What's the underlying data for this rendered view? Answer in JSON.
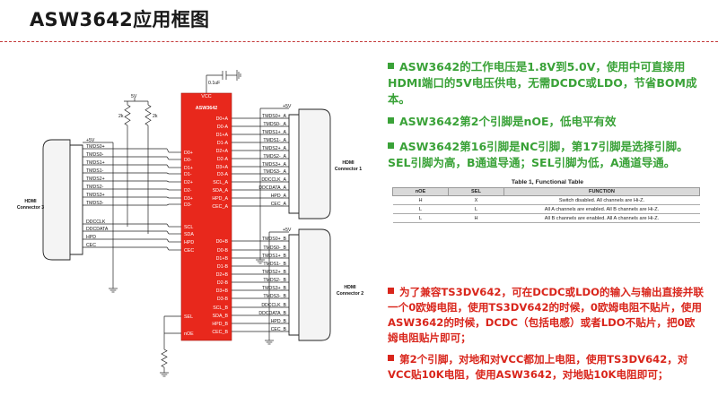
{
  "title": "ASW3642应用框图",
  "diagram": {
    "chip": {
      "vcc": "VCC",
      "name": "ASW3642",
      "left_pins": [
        "D0+",
        "D0-",
        "D1+",
        "D1-",
        "D2+",
        "D2-",
        "D3+",
        "D3-",
        "SCL",
        "SDA",
        "HPD",
        "CEC",
        "SEL",
        "nOE"
      ],
      "right_a_pins": [
        "D0+A",
        "D0-A",
        "D1+A",
        "D1-A",
        "D2+A",
        "D2-A",
        "D3+A",
        "D3-A",
        "SCL_A",
        "SDA_A",
        "HPD_A",
        "CEC_A"
      ],
      "right_b_pins": [
        "D0+B",
        "D0-B",
        "D1+B",
        "D1-B",
        "D2+B",
        "D2-B",
        "D3+B",
        "D3-B",
        "SCL_B",
        "SDA_B",
        "HPD_B",
        "CEC_B"
      ]
    },
    "cap_label": "0.1uF",
    "res_label": "2k",
    "vcc_5v": "5V",
    "plus5v": "+5V",
    "conn3_signals": [
      "+5V",
      "TMDS0+",
      "TMDS0-",
      "TMDS1+",
      "TMDS1-",
      "TMDS2+",
      "TMDS2-",
      "TMDS3+",
      "TMDS3-",
      "DDCCLK",
      "DDCDATA",
      "HPD",
      "CEC"
    ],
    "conn1_signals": [
      "TMDS0+_A",
      "TMDS0-_A",
      "TMDS1+_A",
      "TMDS1-_A",
      "TMDS2+_A",
      "TMDS2-_A",
      "TMDS3+_A",
      "TMDS3-_A",
      "DDCCLK_A",
      "DDCDATA_A",
      "HPD_A",
      "CEC_A"
    ],
    "conn2_signals": [
      "TMDS0+_B",
      "TMDS0-_B",
      "TMDS1+_B",
      "TMDS1-_B",
      "TMDS2+_B",
      "TMDS2-_B",
      "TMDS3+_B",
      "TMDS3-_B",
      "DDCCLK_B",
      "DDCDATA_B",
      "HPD_B",
      "CEC_B"
    ],
    "conn3_label": [
      "HDMI",
      "Connector 3"
    ],
    "conn1_label": [
      "HDMI",
      "Connector 1"
    ],
    "conn2_label": [
      "HDMI",
      "Connector 2"
    ]
  },
  "notes": [
    "ASW3642的工作电压是1.8V到5.0V，使用中可直接用HDMI端口的5V电压供电，无需DCDC或LDO，节省BOM成本。",
    "ASW3642第2个引脚是nOE，低电平有效",
    "ASW3642第16引脚是NC引脚，第17引脚是选择引脚。SEL引脚为高，B通道导通；SEL引脚为低，A通道导通。"
  ],
  "function_table": {
    "title": "Table 1, Functional Table",
    "headers": [
      "nOE",
      "SEL",
      "FUNCTION"
    ],
    "rows": [
      [
        "H",
        "X",
        "Switch disabled. All channels are Hi-Z."
      ],
      [
        "L",
        "L",
        "All A channels are enabled. All B channels are Hi-Z."
      ],
      [
        "L",
        "H",
        "All B channels are enabled. All A channels are Hi-Z."
      ]
    ]
  },
  "red_notes": [
    "为了兼容TS3DV642，可在DCDC或LDO的输入与输出直接并联一个0欧姆电阻，使用TS3DV642的时候，0欧姆电阻不贴片，使用ASW3642的时候，DCDC（包括电感）或者LDO不贴片，把0欧姆电阻贴片即可；",
    "第2个引脚，对地和对VCC都加上电阻，使用TS3DV642，对VCC贴10K电阻，使用ASW3642，对地贴10K电阻即可；"
  ],
  "colors": {
    "chip": "#e8281c",
    "green": "#3aa238",
    "red": "#d9261c"
  }
}
